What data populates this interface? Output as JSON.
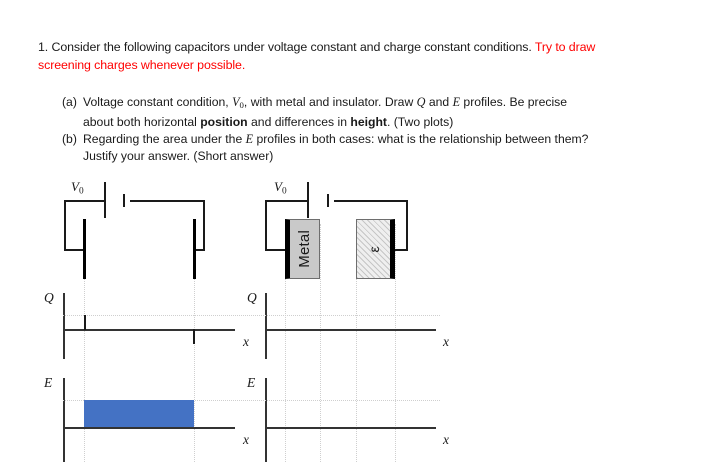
{
  "question": {
    "number": "1.",
    "line1_black": "1. Consider the following capacitors under voltage constant and charge constant conditions. ",
    "line1_red": "Try to draw",
    "line2_red": "screening charges whenever possible.",
    "red_color": "#ff0000"
  },
  "sub_questions": [
    {
      "marker": "(a)",
      "line1_pre": "Voltage constant condition, ",
      "line1_sym": "V",
      "line1_sub": "0",
      "line1_mid": ", with metal and insulator.  Draw ",
      "line1_q": "Q",
      "line1_and": " and ",
      "line1_e": "E",
      "line1_post": " profiles.  Be precise",
      "line2_pre": "about both horizontal ",
      "line2_bold1": "position",
      "line2_mid": " and differences in ",
      "line2_bold2": "height",
      "line2_post": ".  (Two plots)"
    },
    {
      "marker": "(b)",
      "line1_pre": "Regarding the area under the ",
      "line1_e": "E",
      "line1_post": " profiles in both cases: what is the relationship between them?",
      "line2": "Justify your answer.  (Short answer)"
    }
  ],
  "figures": {
    "left": {
      "name": "parallel-plate-capacitor-vacuum",
      "source_label_sym": "V",
      "source_label_sub": "0",
      "plates": [
        {
          "name": "left-plate"
        },
        {
          "name": "right-plate"
        }
      ],
      "plots": [
        {
          "name": "charge-plot",
          "y_axis_label": "Q",
          "x_axis_label": "x",
          "has_data": true,
          "features": [
            "positive-sheet-charge-left-plate",
            "negative-sheet-charge-right-plate"
          ]
        },
        {
          "name": "field-plot",
          "y_axis_label": "E",
          "x_axis_label": "x",
          "has_data": true,
          "fill_color": "#4472C4",
          "features": [
            "uniform-field-between-plates"
          ]
        }
      ]
    },
    "right": {
      "name": "capacitor-with-metal-and-dielectric",
      "source_label_sym": "V",
      "source_label_sub": "0",
      "blocks": [
        {
          "name": "metal-block",
          "label": "Metal",
          "fill": "#c9c9c9"
        },
        {
          "name": "dielectric-block",
          "label": "ε",
          "fill": "#efefef"
        }
      ],
      "plots": [
        {
          "name": "charge-plot",
          "y_axis_label": "Q",
          "x_axis_label": "x",
          "has_data": false,
          "features": []
        },
        {
          "name": "field-plot",
          "y_axis_label": "E",
          "x_axis_label": "x",
          "has_data": false,
          "features": []
        }
      ]
    }
  }
}
